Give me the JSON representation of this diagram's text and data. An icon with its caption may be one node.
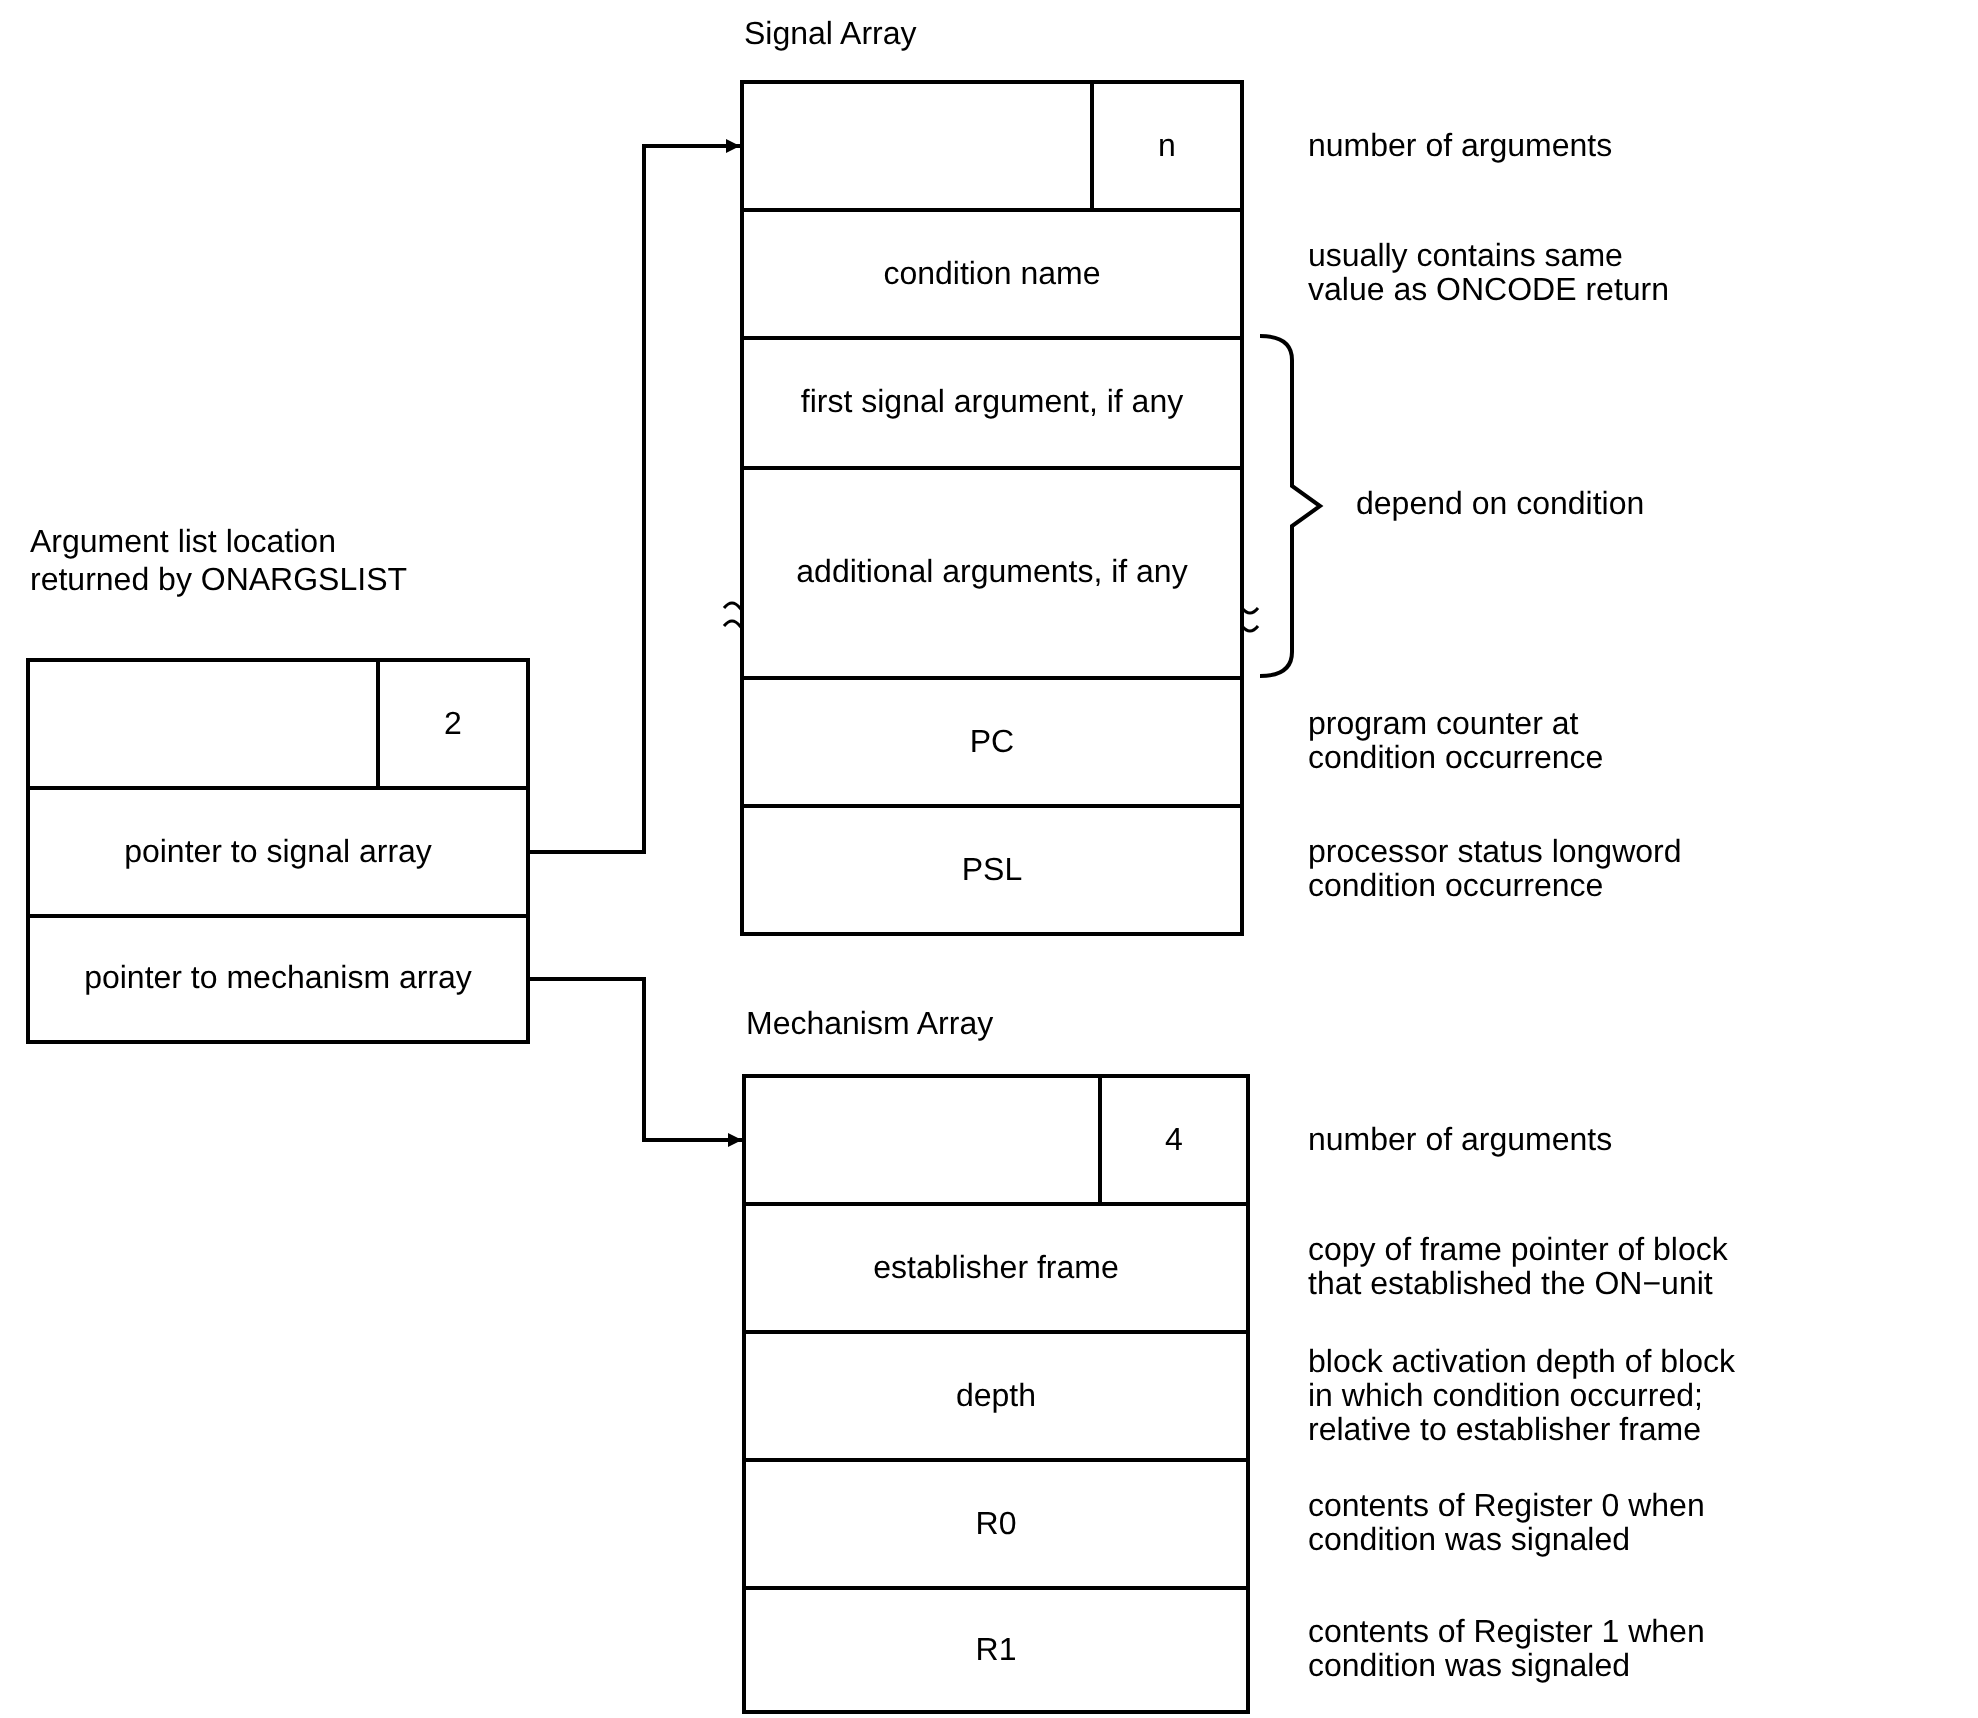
{
  "diagram": {
    "nodes": [
      {
        "text": [
          "Argument list location returned by ONARGSLIST"
        ]
      },
      {
        "text": [],
        "shape": "box",
        "in": 0
      },
      {
        "text": [
          "2"
        ],
        "in": 0
      },
      {
        "text": [
          "pointer to signal array"
        ],
        "in": 0
      },
      {
        "text": [
          "pointer to mechanism array"
        ],
        "in": 0
      },
      {
        "text": [
          "Signal Array"
        ]
      },
      {
        "text": [],
        "shape": "box",
        "in": 5
      },
      {
        "text": [
          "n"
        ],
        "in": 5,
        "beside": [
          "number of arguments"
        ]
      },
      {
        "text": [
          "condition name"
        ],
        "in": 5,
        "beside": [
          "usually contains same value as ONCODE return"
        ]
      },
      {
        "text": [
          "first signal argument, if any"
        ],
        "in": 5
      },
      {
        "text": [
          "additional arguments, if any"
        ],
        "in": 5
      },
      {
        "text": [
          "PC"
        ],
        "in": 5,
        "beside": [
          "program counter at condition occurrence"
        ]
      },
      {
        "text": [
          "PSL"
        ],
        "in": 5,
        "beside": [
          "processor status longword condition occurrence"
        ]
      },
      {
        "text": [
          "Mechanism Array"
        ]
      },
      {
        "text": [],
        "shape": "box",
        "in": 13
      },
      {
        "text": [
          "4"
        ],
        "in": 13,
        "beside": [
          "number of arguments"
        ]
      },
      {
        "text": [
          "establisher frame"
        ],
        "in": 13,
        "beside": [
          "copy of frame pointer of block that established the ON−unit"
        ]
      },
      {
        "text": [
          "depth"
        ],
        "in": 13,
        "beside": [
          "block activation depth of block in which condition occurred; relative to establisher frame"
        ]
      },
      {
        "text": [
          "R0"
        ],
        "in": 13,
        "beside": [
          "contents of Register 0 when condition was signaled"
        ]
      },
      {
        "text": [
          "R1"
        ],
        "in": 13,
        "beside": [
          "contents of Register 1 when condition was signaled"
        ]
      }
    ],
    "edges": [
      {
        "from": 3,
        "to": 6,
        "arrow": "to"
      },
      {
        "from": 4,
        "to": 14,
        "arrow": "to"
      }
    ],
    "labels": [
      "depend on condition"
    ]
  }
}
